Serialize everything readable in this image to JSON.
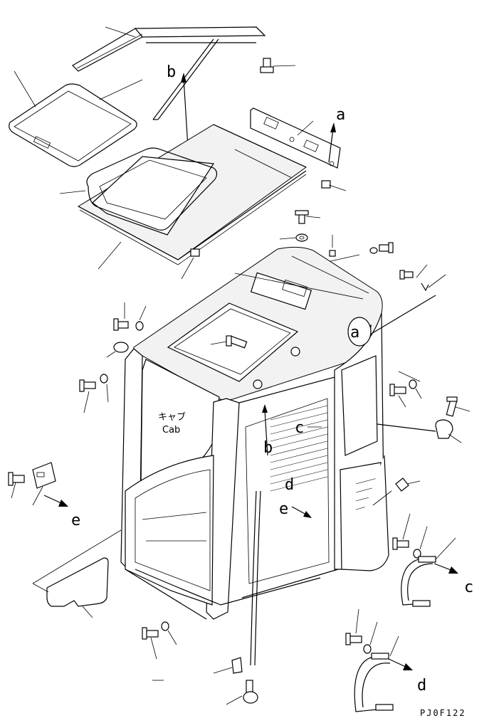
{
  "labels": {
    "a_top": "a",
    "a_body": "a",
    "b_top": "b",
    "b_body": "b",
    "c_body": "c",
    "c_side": "c",
    "d_body": "d",
    "d_side": "d",
    "e_body": "e",
    "e_side": "e"
  },
  "cab_label_jp": "キャブ",
  "cab_label_en": "Cab",
  "drawing_code": "PJ0F122"
}
